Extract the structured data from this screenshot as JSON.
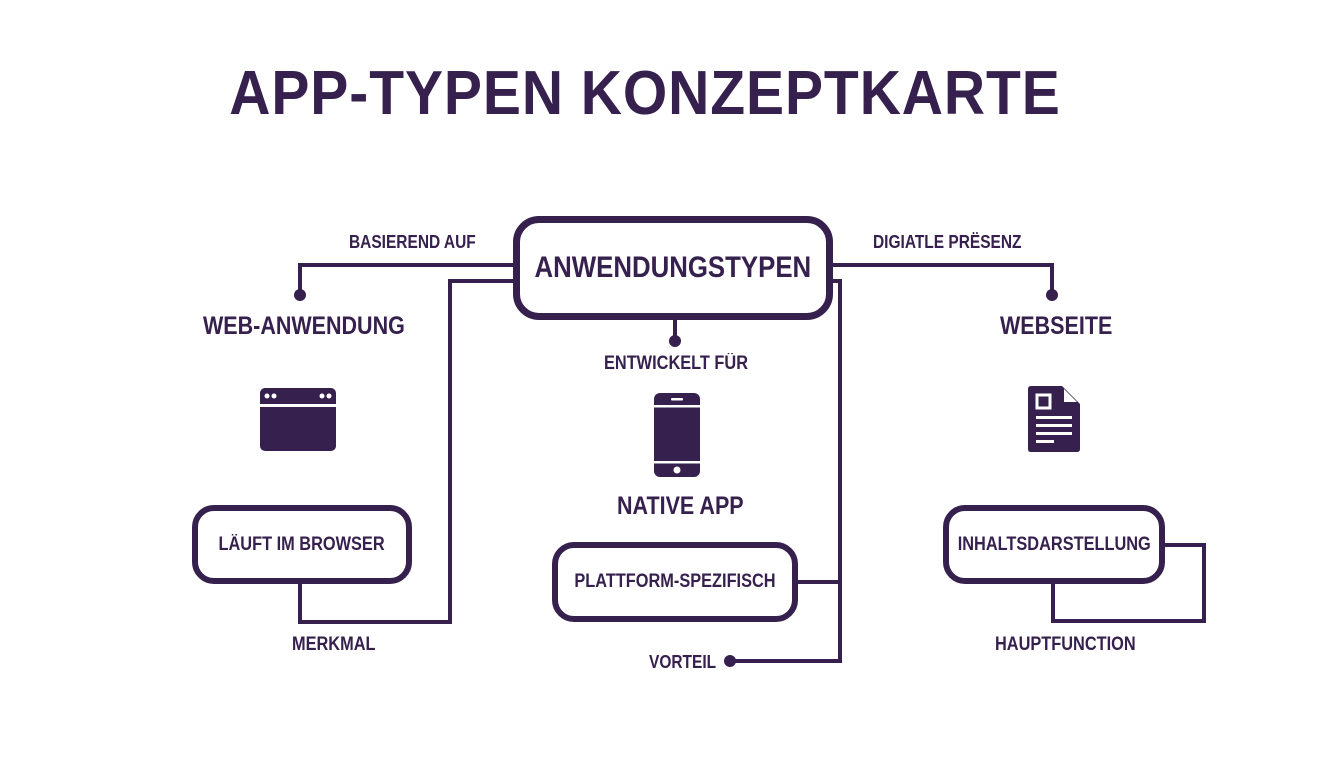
{
  "title": "APP-TYPEN KONZEPTKARTE",
  "colors": {
    "primary": "#36204d",
    "background": "#ffffff"
  },
  "central_node": {
    "label": "ANWENDUNGSTYPEN"
  },
  "branches": {
    "left": {
      "edge_label": "BASIEREND AUF",
      "node_label": "WEB-ANWENDUNG",
      "icon": "browser-window-icon",
      "feature_box": "LÄUFT IM BROWSER",
      "feature_edge_label": "MERKMAL"
    },
    "center": {
      "edge_label": "ENTWICKELT FÜR",
      "node_label": "NATIVE APP",
      "icon": "smartphone-icon",
      "feature_box": "PLATTFORM-SPEZIFISCH",
      "feature_edge_label": "VORTEIL"
    },
    "right": {
      "edge_label": "DIGIATLE PRËSENZ",
      "node_label": "WEBSEITE",
      "icon": "document-icon",
      "feature_box": "INHALTSDARSTELLUNG",
      "feature_edge_label": "HAUPTFUNCTION"
    }
  }
}
